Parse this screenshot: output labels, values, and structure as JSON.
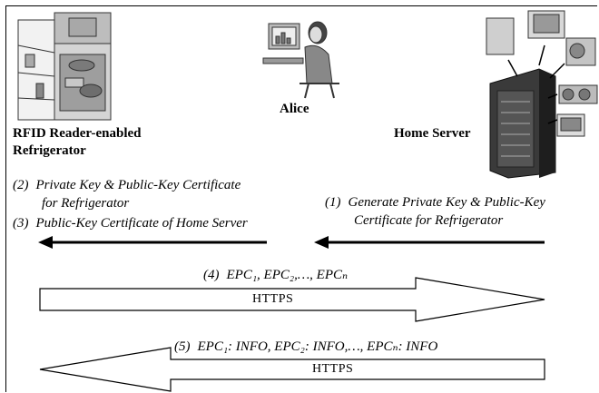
{
  "actors": {
    "fridge_label_line1": "RFID Reader-enabled",
    "fridge_label_line2": "Refrigerator",
    "alice_label": "Alice",
    "server_label": "Home Server"
  },
  "steps": {
    "step1_num": "(1)",
    "step1_line1": "Generate Private Key & Public-Key",
    "step1_line2": "Certificate for Refrigerator",
    "step2_num": "(2)",
    "step2_line1": "Private Key & Public-Key Certificate",
    "step2_line2": "for Refrigerator",
    "step3_num": "(3)",
    "step3_line1": "Public-Key Certificate of Home Server",
    "step4_num": "(4)",
    "step4_label": "EPC₁, EPC₂,…, EPCₙ",
    "step4_transport": "HTTPS",
    "step5_num": "(5)",
    "step5_label": "EPC₁: INFO, EPC₂: INFO,…, EPCₙ: INFO",
    "step5_transport": "HTTPS"
  },
  "icons": {
    "fridge": "refrigerator-icon",
    "alice": "person-at-computer-icon",
    "server": "server-rack-icon",
    "appliances": "home-appliances-icon"
  }
}
